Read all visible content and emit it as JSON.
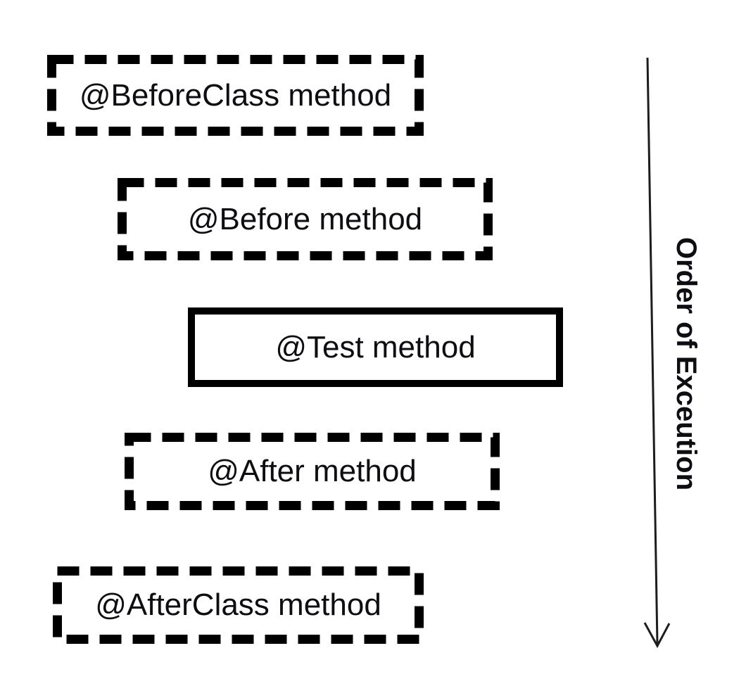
{
  "diagram": {
    "boxes": [
      {
        "id": "beforeclass",
        "label": "@BeforeClass method",
        "border": "dashed"
      },
      {
        "id": "before",
        "label": "@Before method",
        "border": "dashed"
      },
      {
        "id": "test",
        "label": "@Test method",
        "border": "solid"
      },
      {
        "id": "after",
        "label": "@After method",
        "border": "dashed"
      },
      {
        "id": "afterclass",
        "label": "@AfterClass method",
        "border": "dashed"
      }
    ],
    "arrow": {
      "label": "Order of Exceution",
      "direction": "down"
    },
    "colors": {
      "stroke": "#000000",
      "arrow_stroke": "#1d1d1d",
      "text": "#0d0d12",
      "background": "#ffffff"
    }
  }
}
